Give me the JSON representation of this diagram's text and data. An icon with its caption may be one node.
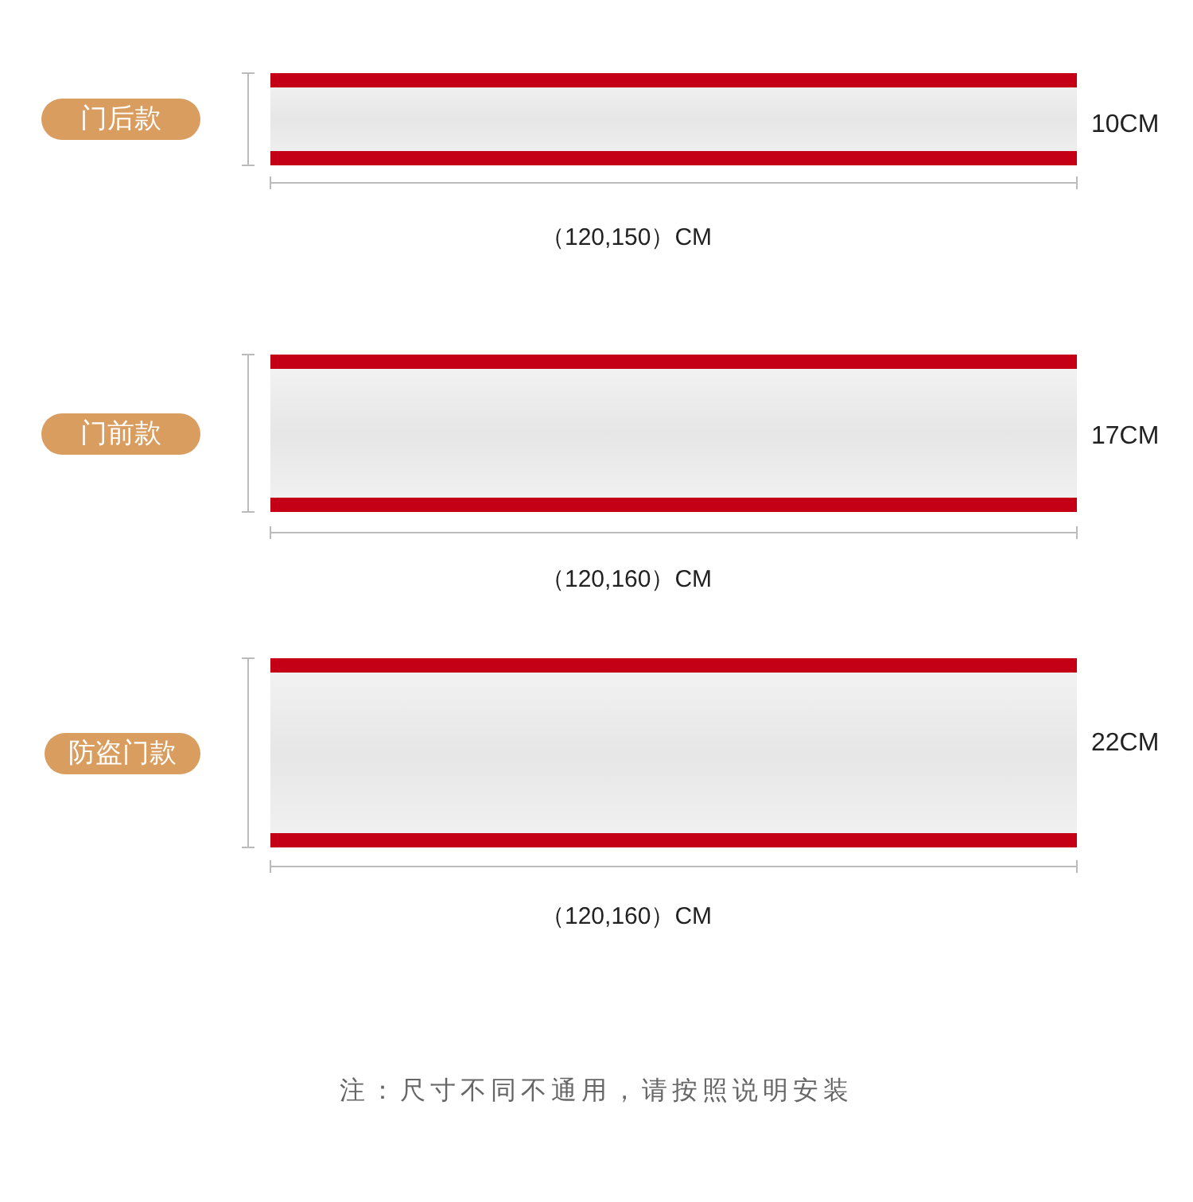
{
  "diagram": {
    "nodes": [
      {
        "text": [
          "门后款"
        ]
      },
      {
        "text": [
          "门前款"
        ]
      },
      {
        "text": [
          "防盗门款"
        ]
      }
    ],
    "labels": [
      "10CM",
      "（120,150）CM",
      "17CM",
      "（120,160）CM",
      "22CM",
      "（120,160）CM",
      "注：尺寸不同不通用，请按照说明安装"
    ]
  }
}
